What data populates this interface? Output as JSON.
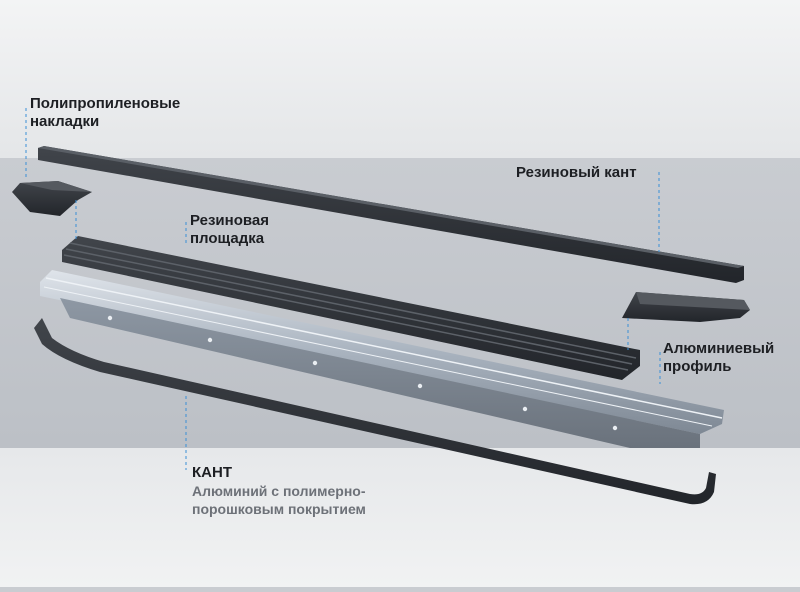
{
  "labels": {
    "overlays": {
      "line1": "Полипропиленовые",
      "line2": "накладки"
    },
    "rubber_edge": "Резиновый кант",
    "rubber_pad": {
      "line1": "Резиновая",
      "line2": "площадка"
    },
    "aluminum_profile": {
      "line1": "Алюминиевый",
      "line2": "профиль"
    },
    "edge": {
      "title": "КАНТ",
      "desc_line1": "Алюминий с полимерно-",
      "desc_line2": "порошковым покрытием"
    }
  },
  "colors": {
    "background_top": "#e9eaec",
    "background_band": "#c4c7cc",
    "part_dark": "#2a2d31",
    "profile_light": "#b9c0c9",
    "leader_line": "#3a8fd6"
  }
}
